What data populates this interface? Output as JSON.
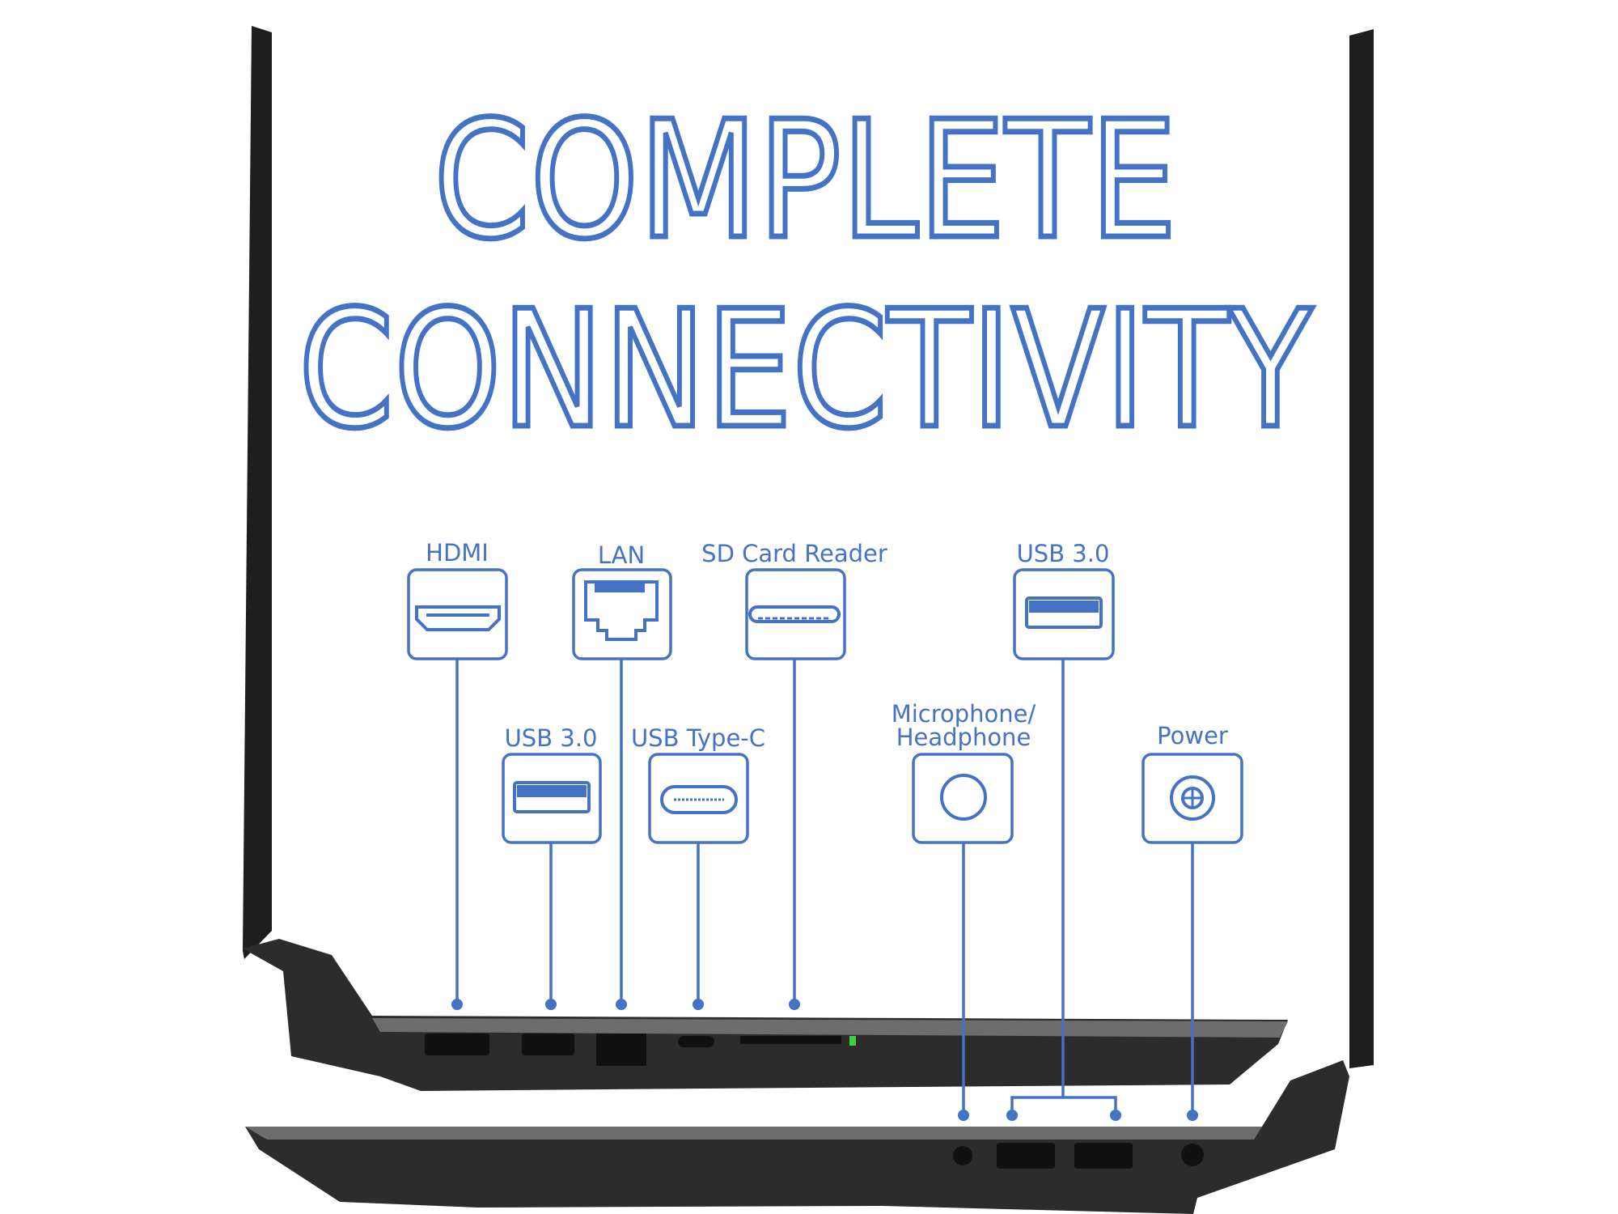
{
  "headline": {
    "line1": "COMPLETE",
    "line2": "CONNECTIVITY"
  },
  "ports": {
    "hdmi": "HDMI",
    "lan": "LAN",
    "sd_card": "SD Card Reader",
    "usb_left": "USB 3.0",
    "usb_c": "USB Type-C",
    "audio_line1": "Microphone/",
    "audio_line2": "Headphone",
    "usb_right": "USB 3.0",
    "power": "Power"
  },
  "colors": {
    "accent": "#4472C4",
    "laptop": "#2b2b2b",
    "port_led": "#3bd13b"
  }
}
